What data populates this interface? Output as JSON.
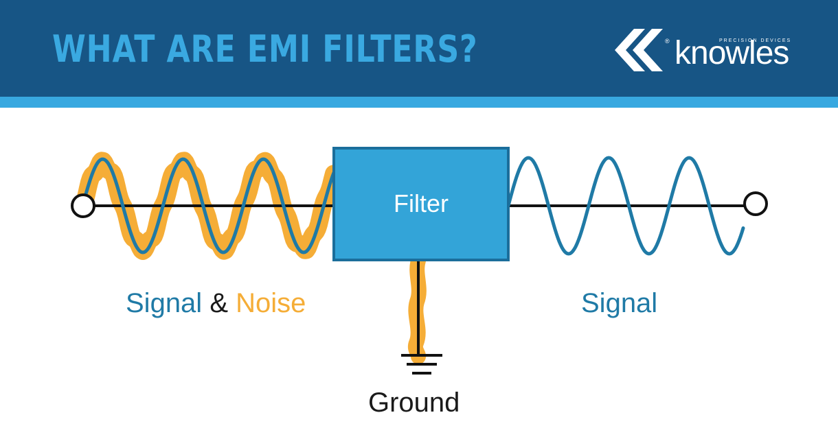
{
  "header": {
    "title": "WHAT ARE EMI FILTERS?",
    "background_color": "#175585",
    "stripe_color": "#38a8e0",
    "title_color": "#3aa9e1"
  },
  "logo": {
    "word": "knowles",
    "tagline": "PRECISION DEVICES",
    "reg_mark": "®",
    "icon": "double-chevron-left-icon",
    "color": "#ffffff"
  },
  "diagram": {
    "filter_label": "Filter",
    "input_label": {
      "part1": "Signal",
      "part2": "&",
      "part3": "Noise"
    },
    "output_label": "Signal",
    "ground_label": "Ground",
    "colors": {
      "signal": "#1f7aa6",
      "noise": "#f5ad37",
      "filter_fill": "#33a4d8",
      "filter_border": "#1b6e9b",
      "line": "#111111"
    }
  }
}
